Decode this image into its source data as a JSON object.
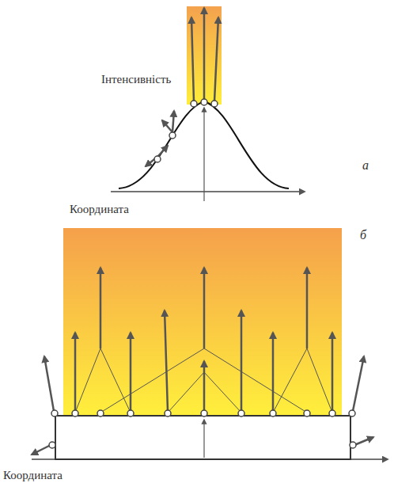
{
  "diagram": {
    "labels": [
      "Інтенсивність",
      "а",
      "Координата",
      "б",
      "Координата"
    ]
  }
}
